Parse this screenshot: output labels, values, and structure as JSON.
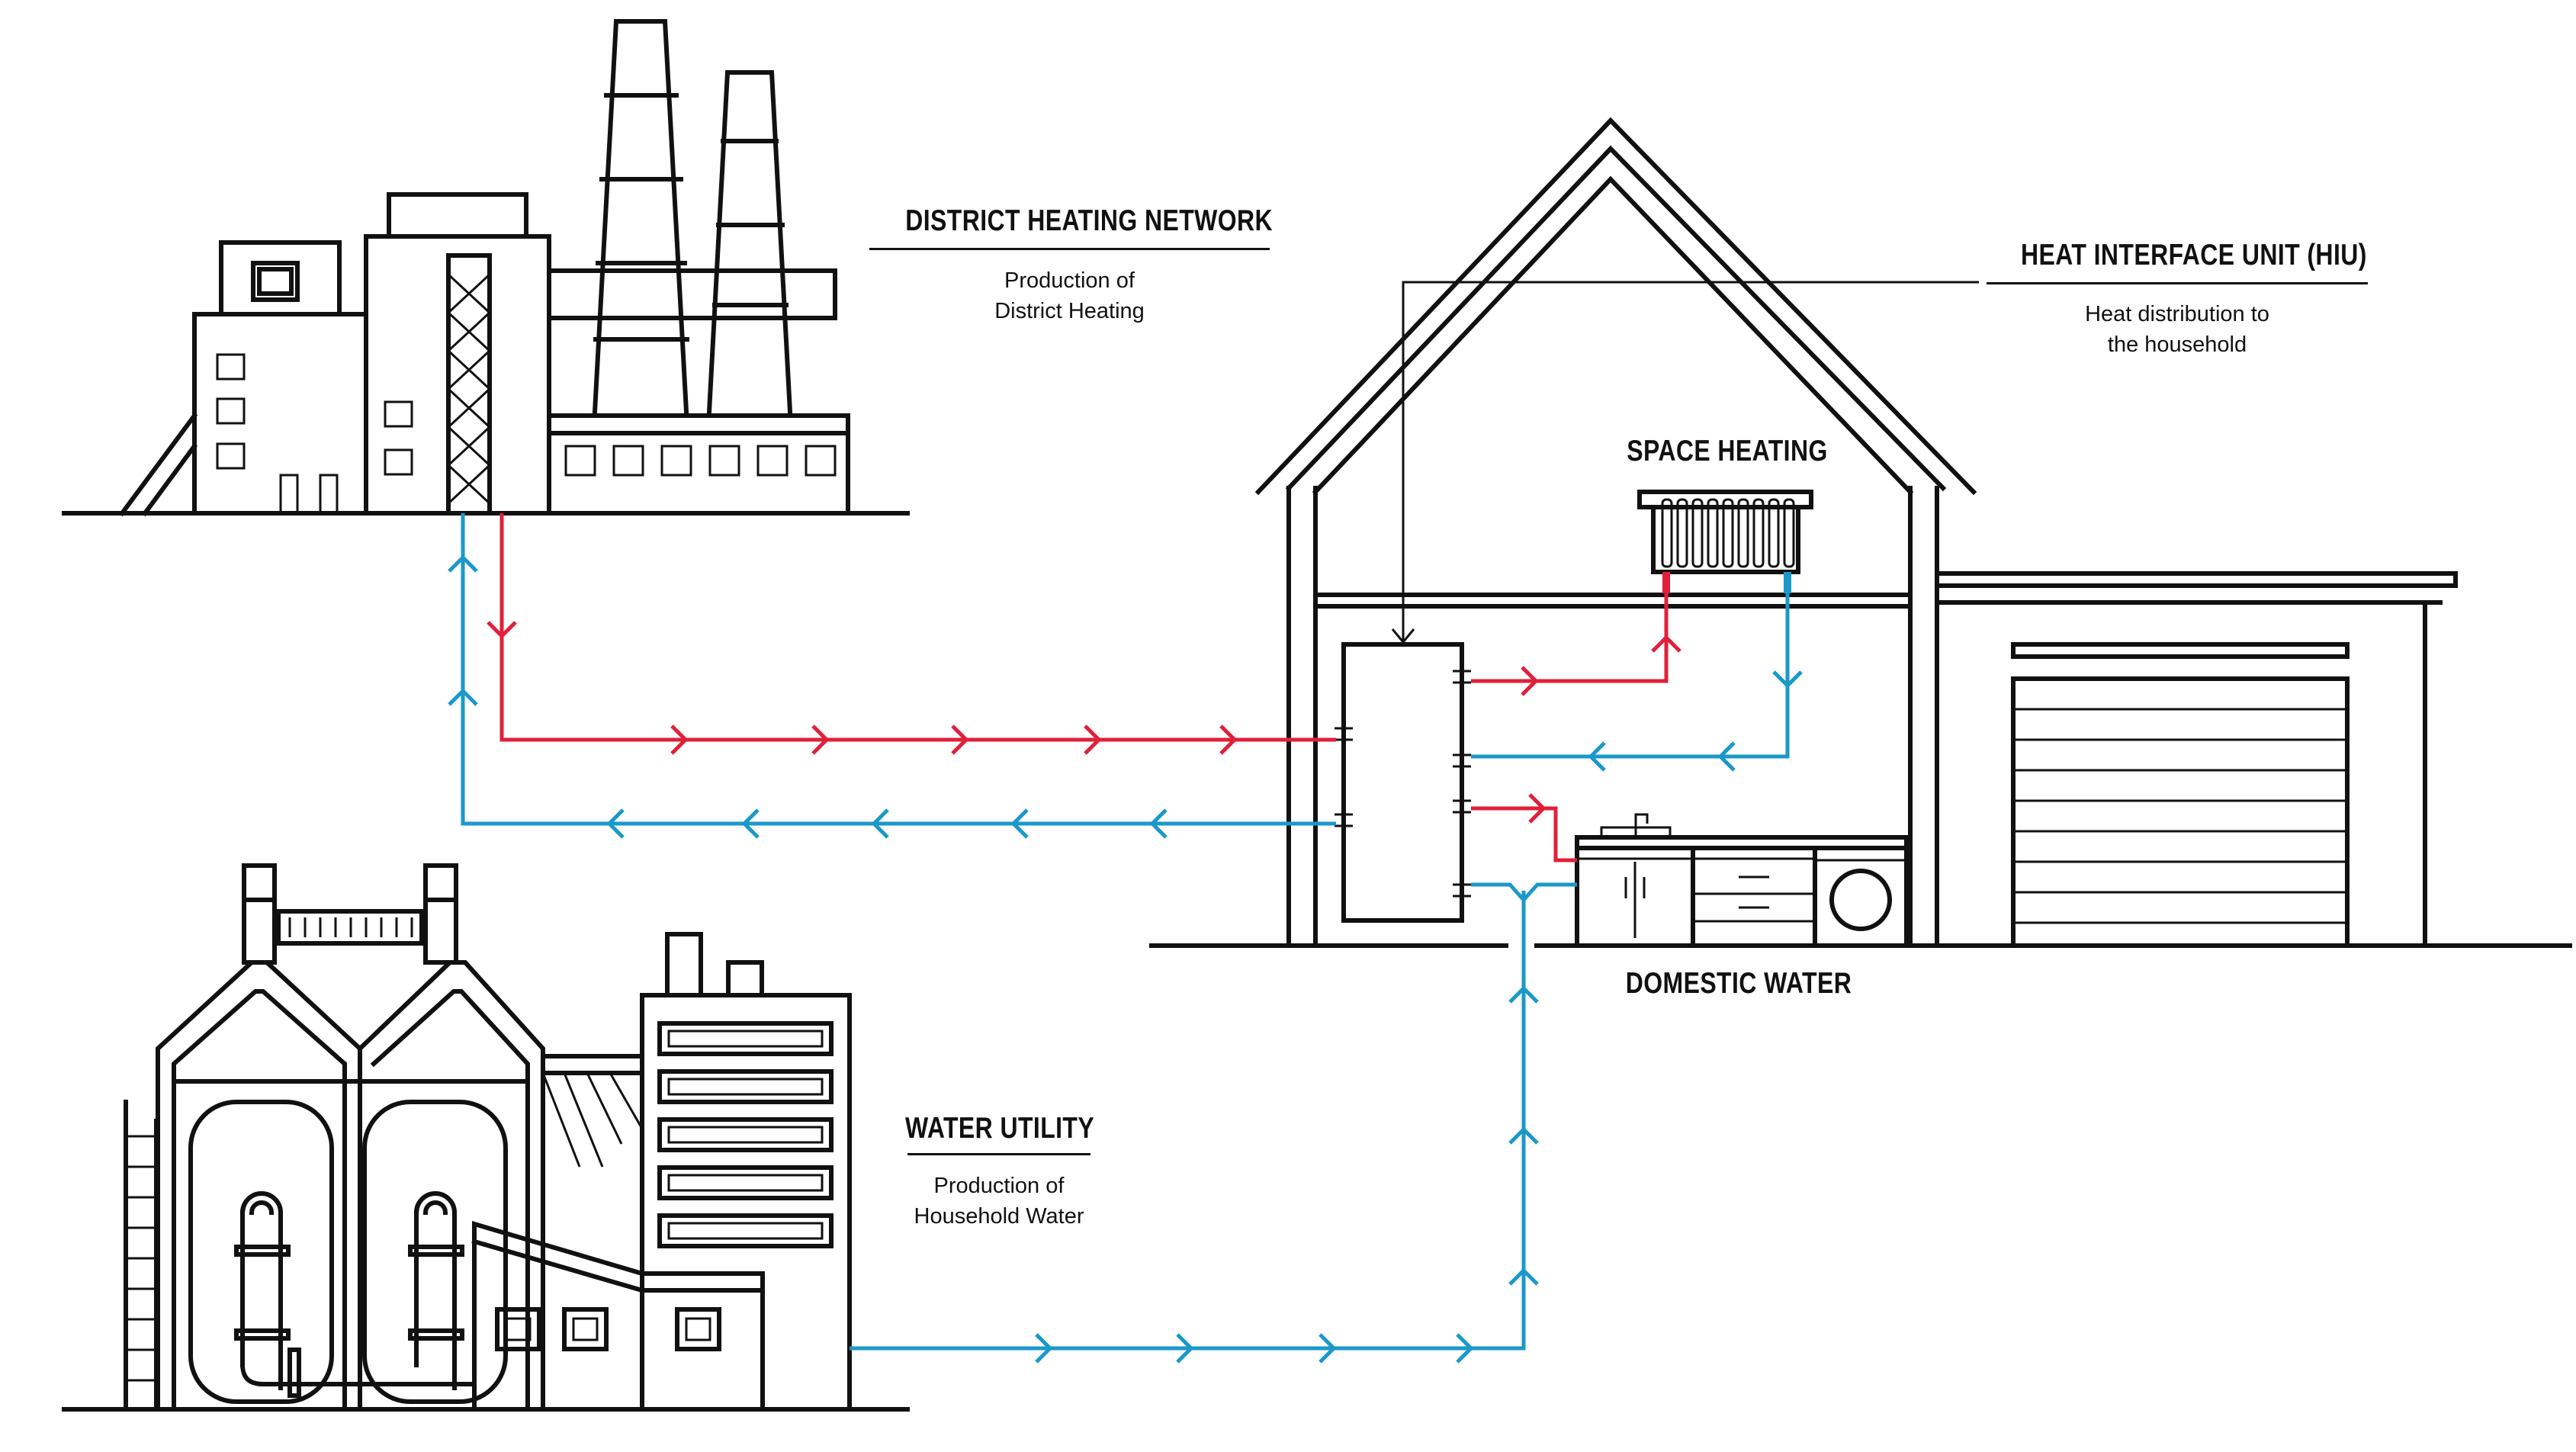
{
  "colors": {
    "hot": "#e0203a",
    "cold": "#1a99c9",
    "line": "#111111"
  },
  "labels": {
    "district_heating": {
      "title": "DISTRICT HEATING NETWORK",
      "line1": "Production of",
      "line2": "District Heating"
    },
    "hiu": {
      "title": "HEAT INTERFACE UNIT (HIU)",
      "line1": "Heat distribution to",
      "line2": "the household"
    },
    "space_heating": {
      "title": "SPACE HEATING"
    },
    "domestic_water": {
      "title": "DOMESTIC WATER"
    },
    "water_utility": {
      "title": "WATER UTILITY",
      "line1": "Production of",
      "line2": "Household Water"
    }
  }
}
